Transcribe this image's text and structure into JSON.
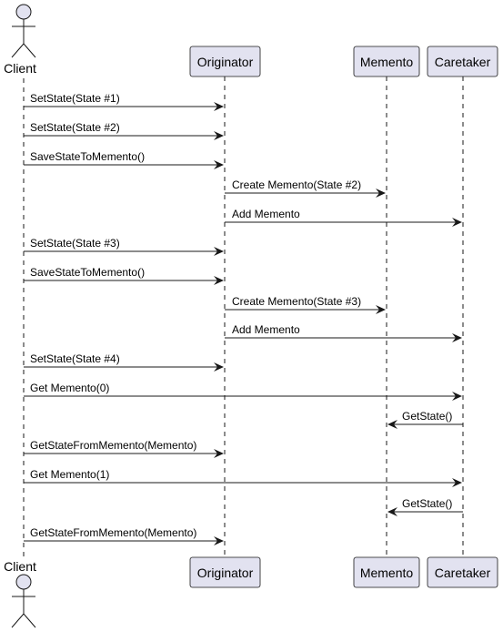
{
  "participants": [
    {
      "id": "client",
      "label": "Client",
      "kind": "actor"
    },
    {
      "id": "originator",
      "label": "Originator",
      "kind": "box"
    },
    {
      "id": "memento",
      "label": "Memento",
      "kind": "box"
    },
    {
      "id": "caretaker",
      "label": "Caretaker",
      "kind": "box"
    }
  ],
  "messages": [
    {
      "from": "client",
      "to": "originator",
      "label": "SetState(State #1)"
    },
    {
      "from": "client",
      "to": "originator",
      "label": "SetState(State #2)"
    },
    {
      "from": "client",
      "to": "originator",
      "label": "SaveStateToMemento()"
    },
    {
      "from": "originator",
      "to": "memento",
      "label": "Create Memento(State #2)"
    },
    {
      "from": "originator",
      "to": "caretaker",
      "label": "Add Memento"
    },
    {
      "from": "client",
      "to": "originator",
      "label": "SetState(State #3)"
    },
    {
      "from": "client",
      "to": "originator",
      "label": "SaveStateToMemento()"
    },
    {
      "from": "originator",
      "to": "memento",
      "label": "Create Memento(State #3)"
    },
    {
      "from": "originator",
      "to": "caretaker",
      "label": "Add Memento"
    },
    {
      "from": "client",
      "to": "originator",
      "label": "SetState(State #4)"
    },
    {
      "from": "client",
      "to": "caretaker",
      "label": "Get Memento(0)"
    },
    {
      "from": "caretaker",
      "to": "memento",
      "label": "GetState()"
    },
    {
      "from": "client",
      "to": "originator",
      "label": "GetStateFromMemento(Memento)"
    },
    {
      "from": "client",
      "to": "caretaker",
      "label": "Get Memento(1)"
    },
    {
      "from": "caretaker",
      "to": "memento",
      "label": "GetState()"
    },
    {
      "from": "client",
      "to": "originator",
      "label": "GetStateFromMemento(Memento)"
    }
  ],
  "colors": {
    "box_fill": "#e2e2f0",
    "box_stroke": "#181818",
    "lifeline": "#181818",
    "arrow": "#181818",
    "text": "#000000",
    "background": "#ffffff"
  }
}
